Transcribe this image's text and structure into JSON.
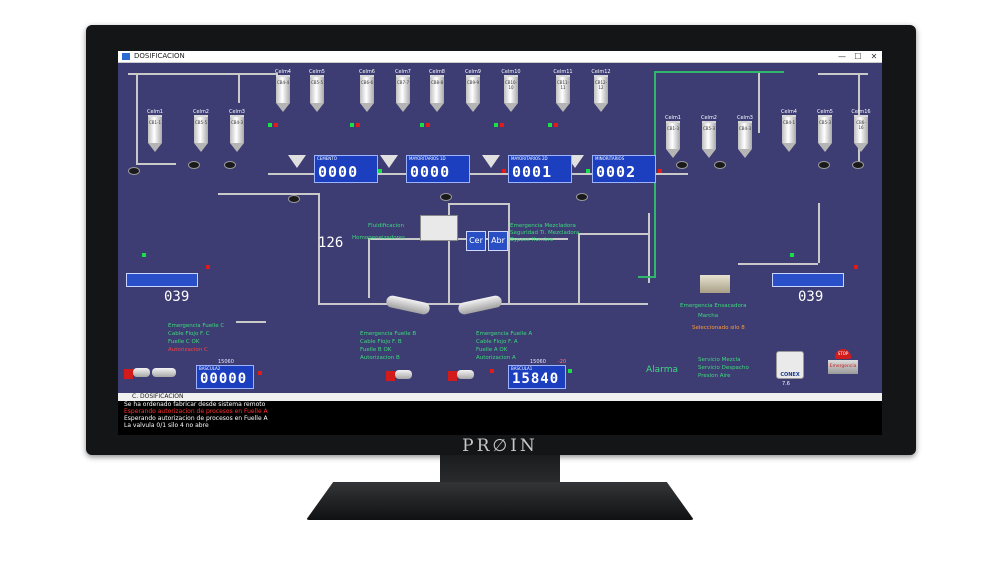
{
  "window": {
    "title": "DOSIFICACION",
    "controls": {
      "min": "—",
      "max": "☐",
      "close": "✕"
    }
  },
  "brand": "PR∅IN",
  "silos_top": [
    {
      "name": "Celm4",
      "tag": "CB4-4"
    },
    {
      "name": "Celm5",
      "tag": "CB5-5"
    },
    {
      "name": "Celm6",
      "tag": "CB6-6"
    },
    {
      "name": "Celm7",
      "tag": "CB7-7"
    },
    {
      "name": "Celm8",
      "tag": "CB8-8"
    },
    {
      "name": "Celm9",
      "tag": "CB9-9"
    },
    {
      "name": "Celm10",
      "tag": "CB10-10"
    },
    {
      "name": "Celm11",
      "tag": "CB11-11"
    },
    {
      "name": "Celm12",
      "tag": "CB12-12"
    }
  ],
  "silos_left": [
    {
      "name": "Celm1",
      "tag": "CB1-1"
    },
    {
      "name": "Celm2",
      "tag": "CB5-5"
    },
    {
      "name": "Celm3",
      "tag": "CB4-3"
    }
  ],
  "silos_right_a": [
    {
      "name": "Celm1",
      "tag": "CB1-3"
    },
    {
      "name": "Celm2",
      "tag": "CB5-3"
    },
    {
      "name": "Celm3",
      "tag": "CB4-3"
    }
  ],
  "silos_right_b": [
    {
      "name": "Celm4",
      "tag": "CB4-1"
    },
    {
      "name": "Celm5",
      "tag": "CB5-3"
    },
    {
      "name": "Celm16",
      "tag": "CB6-16"
    }
  ],
  "counters": {
    "cemento": {
      "label": "CEMENTO",
      "value": "0000"
    },
    "mayoritarios1": {
      "label": "MAYORITARIOS 1D",
      "value": "0000"
    },
    "mayoritarios2": {
      "label": "MAYORITARIOS 2D",
      "value": "0001"
    },
    "minoritarios": {
      "label": "MINORITARIOS",
      "value": "0002"
    },
    "bascula2": {
      "label": "BASCULA2",
      "value": "00000"
    },
    "bascula1": {
      "label": "BASCULA1",
      "value": "15840"
    }
  },
  "values": {
    "mezcladora": "126",
    "left_motor": "039",
    "right_motor": "039",
    "bascula2_top": "15060",
    "bascula1_top": "15060",
    "bascula1_offset": "-20"
  },
  "buttons": {
    "cerrar": "Cer",
    "abrir": "Abr"
  },
  "mezcladora_labels": [
    "Fluidificacion",
    "Homogeneizadores"
  ],
  "mezcladora_status": [
    "Emergencia Mezcladora",
    "Seguridad Ti. Mezcladora",
    "Bypass Hombre"
  ],
  "fuelle_c": [
    "Emergencia Fuelle C",
    "Cable Flojo F. C",
    "Fuelle C OK"
  ],
  "fuelle_c_alert": "Autorizacion C",
  "fuelle_b": [
    "Emergencia Fuelle B",
    "Cable Flojo F. B",
    "Fuelle B OK",
    "Autorizacion B"
  ],
  "fuelle_a": [
    "Emergencia Fuelle A",
    "Cable Flojo F. A",
    "Fuelle A OK",
    "Autorizacion A"
  ],
  "ensacadora": {
    "title": "Emergencia Ensacadora",
    "item2": "Marcha",
    "item3": "Seleccionado silo 8"
  },
  "alarm": {
    "label": "Alarma",
    "items": [
      "Servicio Mezcla",
      "Servicio Despacho",
      "Presion Aire"
    ]
  },
  "badges": {
    "conex": "CONEX",
    "conex_ver": "7.6",
    "stop": "STOP",
    "emergency": "Emergencia"
  },
  "console": {
    "title": "C. DOSIFICACION",
    "lines": [
      {
        "text": "Se ha ordenado fabricar desde sistema remoto",
        "color": "#ffffff"
      },
      {
        "text": "Esperando autorizacion de procesos en Fuelle A",
        "color": "#ff3030"
      },
      {
        "text": "Esperando autorizacion de procesos en Fuelle A",
        "color": "#ffffff"
      },
      {
        "text": "La valvula 0/1 silo 4 no abre",
        "color": "#ffffff"
      }
    ]
  }
}
